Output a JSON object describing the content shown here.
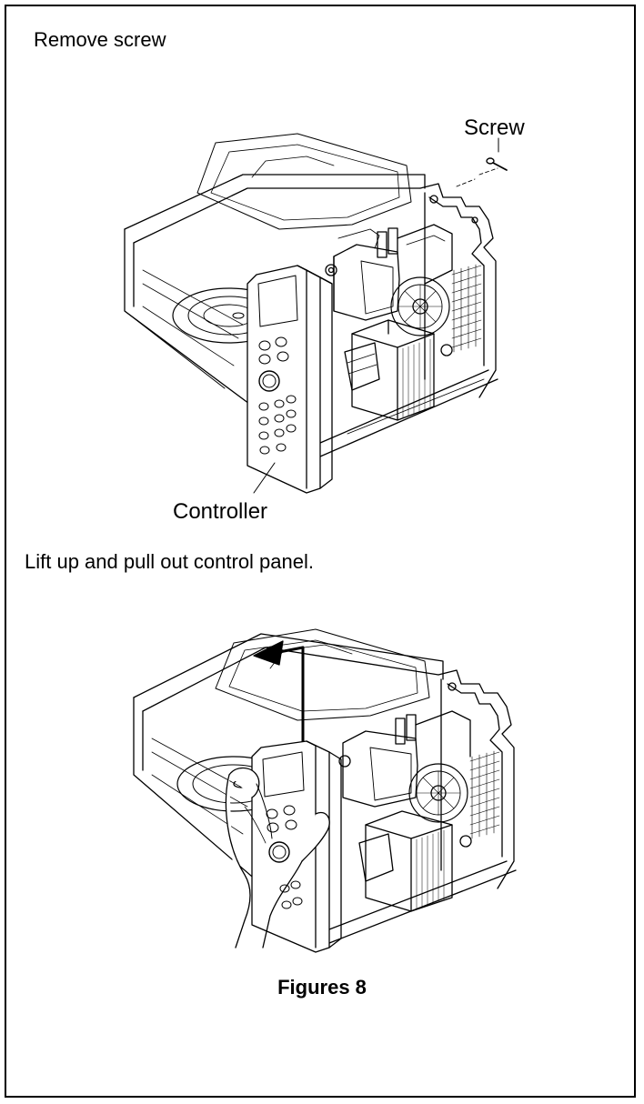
{
  "steps": [
    {
      "instruction": "Remove screw",
      "labels": {
        "screw": "Screw",
        "controller": "Controller"
      }
    },
    {
      "instruction": "Lift up and pull out control panel."
    }
  ],
  "caption": "Figures 8"
}
